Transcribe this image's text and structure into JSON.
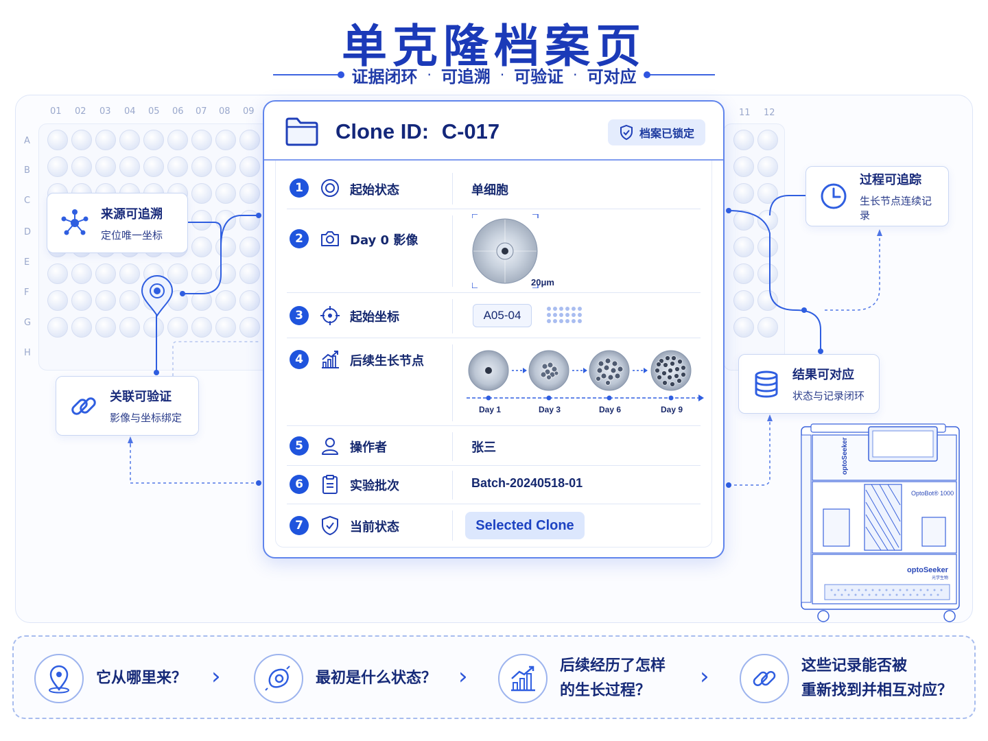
{
  "header": {
    "title": "单克隆档案页",
    "subtitle_items": [
      "证据闭环",
      "可追溯",
      "可验证",
      "可对应"
    ],
    "subtitle_sep": "·"
  },
  "plate": {
    "columns": [
      "01",
      "02",
      "03",
      "04",
      "05",
      "06",
      "07",
      "08",
      "09",
      "11",
      "12"
    ],
    "rows": [
      "A",
      "B",
      "C",
      "D",
      "E",
      "F",
      "G",
      "H"
    ]
  },
  "side_cards": {
    "source": {
      "title": "来源可追溯",
      "desc": "定位唯一坐标",
      "icon": "network-icon"
    },
    "verify": {
      "title": "关联可验证",
      "desc": "影像与坐标绑定",
      "icon": "link-icon"
    },
    "process": {
      "title": "过程可追踪",
      "desc": "生长节点连续记录",
      "icon": "clock-icon"
    },
    "result": {
      "title": "结果可对应",
      "desc": "状态与记录闭环",
      "icon": "database-icon"
    }
  },
  "archive": {
    "clone_label": "Clone ID:",
    "clone_id": "C-017",
    "locked_badge": "档案已锁定",
    "rows": [
      {
        "num": "1",
        "label": "起始状态",
        "value": "单细胞",
        "icon": "target-icon"
      },
      {
        "num": "2",
        "label": "Day 0 影像",
        "value": "20μm",
        "icon": "camera-icon"
      },
      {
        "num": "3",
        "label": "起始坐标",
        "value": "A05-04",
        "icon": "crosshair-icon"
      },
      {
        "num": "4",
        "label": "后续生长节点",
        "value": "",
        "icon": "growth-chart-icon"
      },
      {
        "num": "5",
        "label": "操作者",
        "value": "张三",
        "icon": "user-icon"
      },
      {
        "num": "6",
        "label": "实验批次",
        "value": "Batch-20240518-01",
        "icon": "clipboard-icon"
      },
      {
        "num": "7",
        "label": "当前状态",
        "value": "Selected Clone",
        "icon": "shield-check-icon"
      }
    ],
    "growth_days": [
      "Day 1",
      "Day 3",
      "Day 6",
      "Day 9"
    ]
  },
  "instrument": {
    "brand": "optoSeeker",
    "model": "OptoBot® 1000",
    "brand_sub": "光学生物"
  },
  "questions": [
    {
      "text": "它从哪里来？",
      "icon": "location-pin-icon"
    },
    {
      "text": "最初是什么状态？",
      "icon": "cell-icon"
    },
    {
      "line1": "后续经历了怎样",
      "line2": "的生长过程？",
      "icon": "growth-chart-icon"
    },
    {
      "line1": "这些记录能否被",
      "line2": "重新找到并相互对应？",
      "icon": "link-icon"
    }
  ],
  "colors": {
    "primary": "#1f54dd",
    "title": "#1b3ab8",
    "pill_bg": "#dce7fd",
    "line": "#2f5ee0"
  }
}
